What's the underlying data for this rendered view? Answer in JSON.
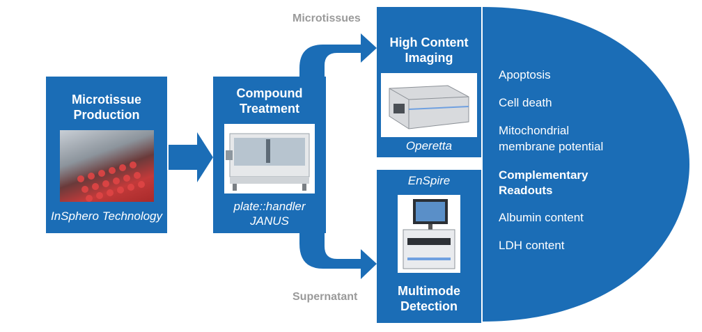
{
  "boxes": {
    "production": {
      "title_line1": "Microtissue",
      "title_line2": "Production",
      "caption": "InSphero Technology",
      "photo_icon": "microtissue-plate-photo"
    },
    "treatment": {
      "title_line1": "Compound",
      "title_line2": "Treatment",
      "caption_line1": "plate::handler",
      "caption_line2": "JANUS",
      "photo_icon": "liquid-handler-photo"
    },
    "imaging": {
      "title_line1": "High Content",
      "title_line2": "Imaging",
      "caption": "Operetta",
      "photo_icon": "imaging-system-photo"
    },
    "detection": {
      "caption": "EnSpire",
      "title_line1": "Multimode",
      "title_line2": "Detection",
      "photo_icon": "plate-reader-photo"
    }
  },
  "flow_labels": {
    "top": "Microtissues",
    "bottom": "Supernatant"
  },
  "readouts": {
    "apoptosis": "Apoptosis",
    "cell_death": "Cell death",
    "mito_line1": "Mitochondrial",
    "mito_line2": "membrane potential",
    "complementary_line1": "Complementary",
    "complementary_line2": "Readouts",
    "albumin": "Albumin content",
    "ldh": "LDH content"
  },
  "colors": {
    "primary_blue": "#1b6db6",
    "label_gray": "#9a9a9a",
    "background": "#ffffff"
  }
}
